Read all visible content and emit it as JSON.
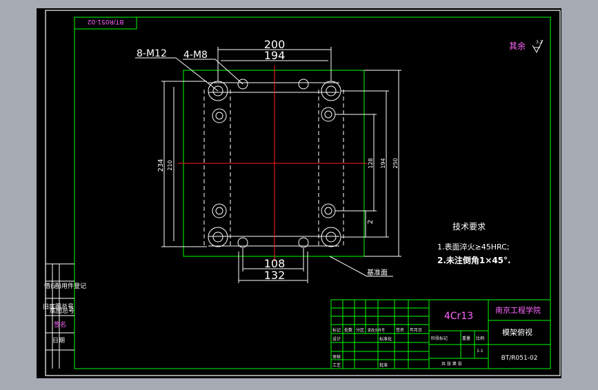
{
  "drawing": {
    "stamp_code": "BT/R051-02",
    "roughness_label": "其余",
    "roughness_value": "3.2"
  },
  "labels": {
    "bolt_large": "8-M12",
    "bolt_small": "4-M8",
    "datum": "基准面"
  },
  "dimensions": {
    "top_outer": "200",
    "top_inner": "194",
    "bottom_outer": "132",
    "bottom_inner": "108",
    "left_outer": "234",
    "left_inner": "210",
    "right_outer": "250",
    "right_mid": "194",
    "right_inner": "128",
    "right_small": "2"
  },
  "notes": {
    "heading": "技术要求",
    "line1": "1.表面淬火≥45HRC;",
    "line2": "2.未注倒角1×45°."
  },
  "title_block": {
    "material": "4Cr13",
    "school": "南京工程学院",
    "part_name": "模架俯视",
    "drawing_no": "BT/R051-02",
    "row1": [
      "标记",
      "处数",
      "分区",
      "更改文件号",
      "签名",
      "年月日"
    ],
    "row2": [
      "设计",
      "",
      "",
      "标准化",
      ""
    ],
    "row3": [
      "审核",
      "",
      "",
      ""
    ],
    "row4": [
      "工艺",
      "",
      "批准",
      ""
    ],
    "stage_label": "阶段标记",
    "weight_label": "重量",
    "scale_label": "比例",
    "scale_value": "1:1",
    "sheet_text": "共 张 第 张"
  },
  "side_table": {
    "items": [
      "借(通)用件登记",
      "旧底图总号",
      "底图总号",
      "签名",
      "日期"
    ]
  }
}
